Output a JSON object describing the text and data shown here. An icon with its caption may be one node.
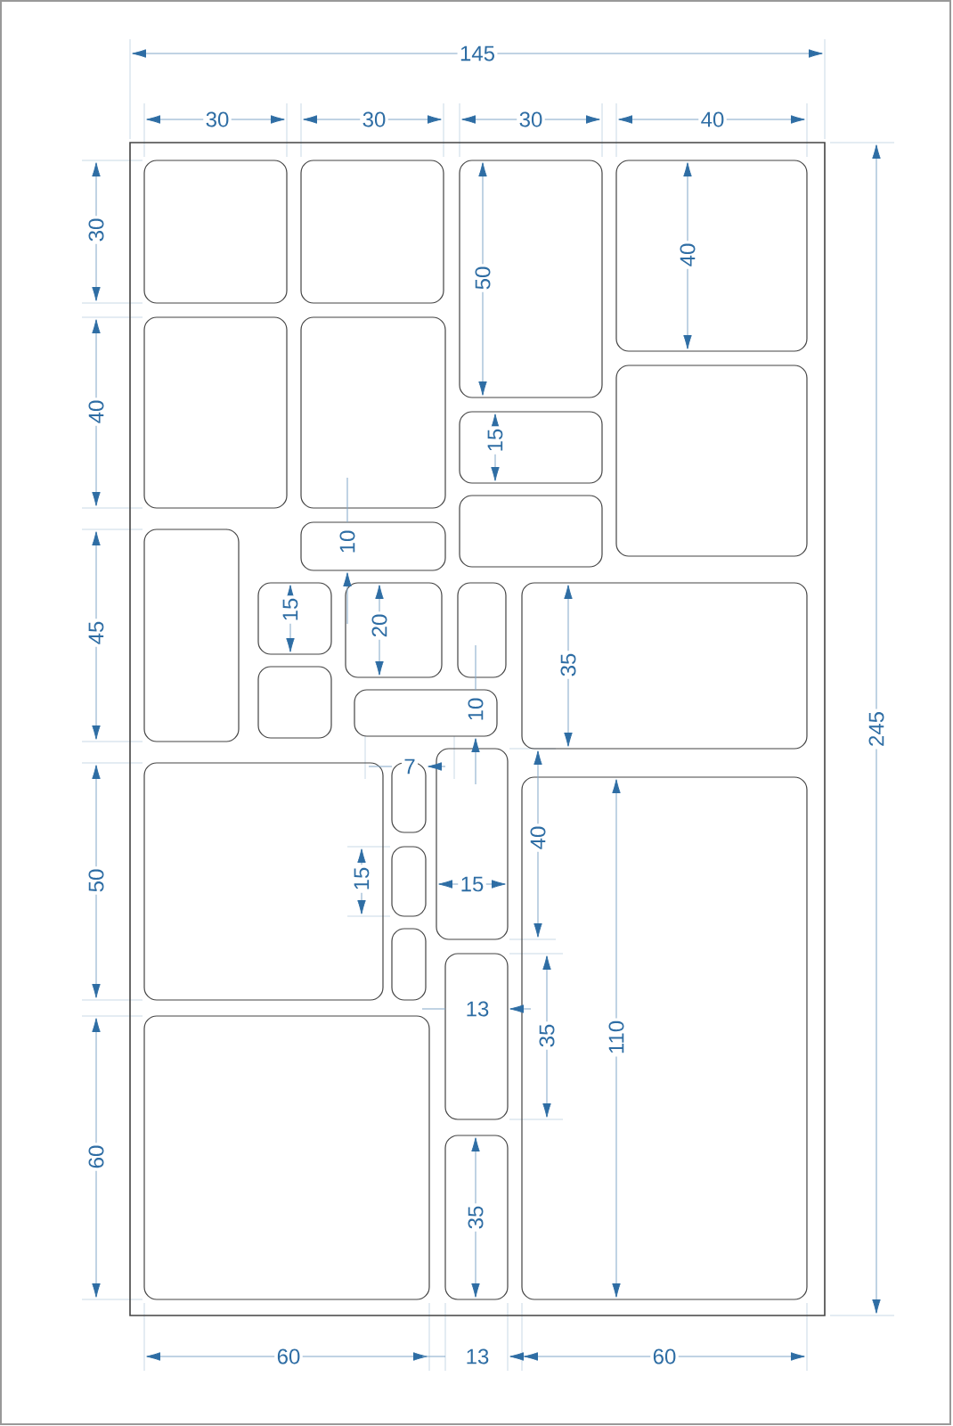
{
  "diagram": {
    "labels": [
      "145",
      "30",
      "30",
      "30",
      "40",
      "30",
      "50",
      "40",
      "40",
      "15",
      "245",
      "10",
      "45",
      "15",
      "20",
      "35",
      "10",
      "7",
      "50",
      "15",
      "15",
      "40",
      "13",
      "35",
      "110",
      "60",
      "35",
      "60",
      "13",
      "60"
    ]
  }
}
